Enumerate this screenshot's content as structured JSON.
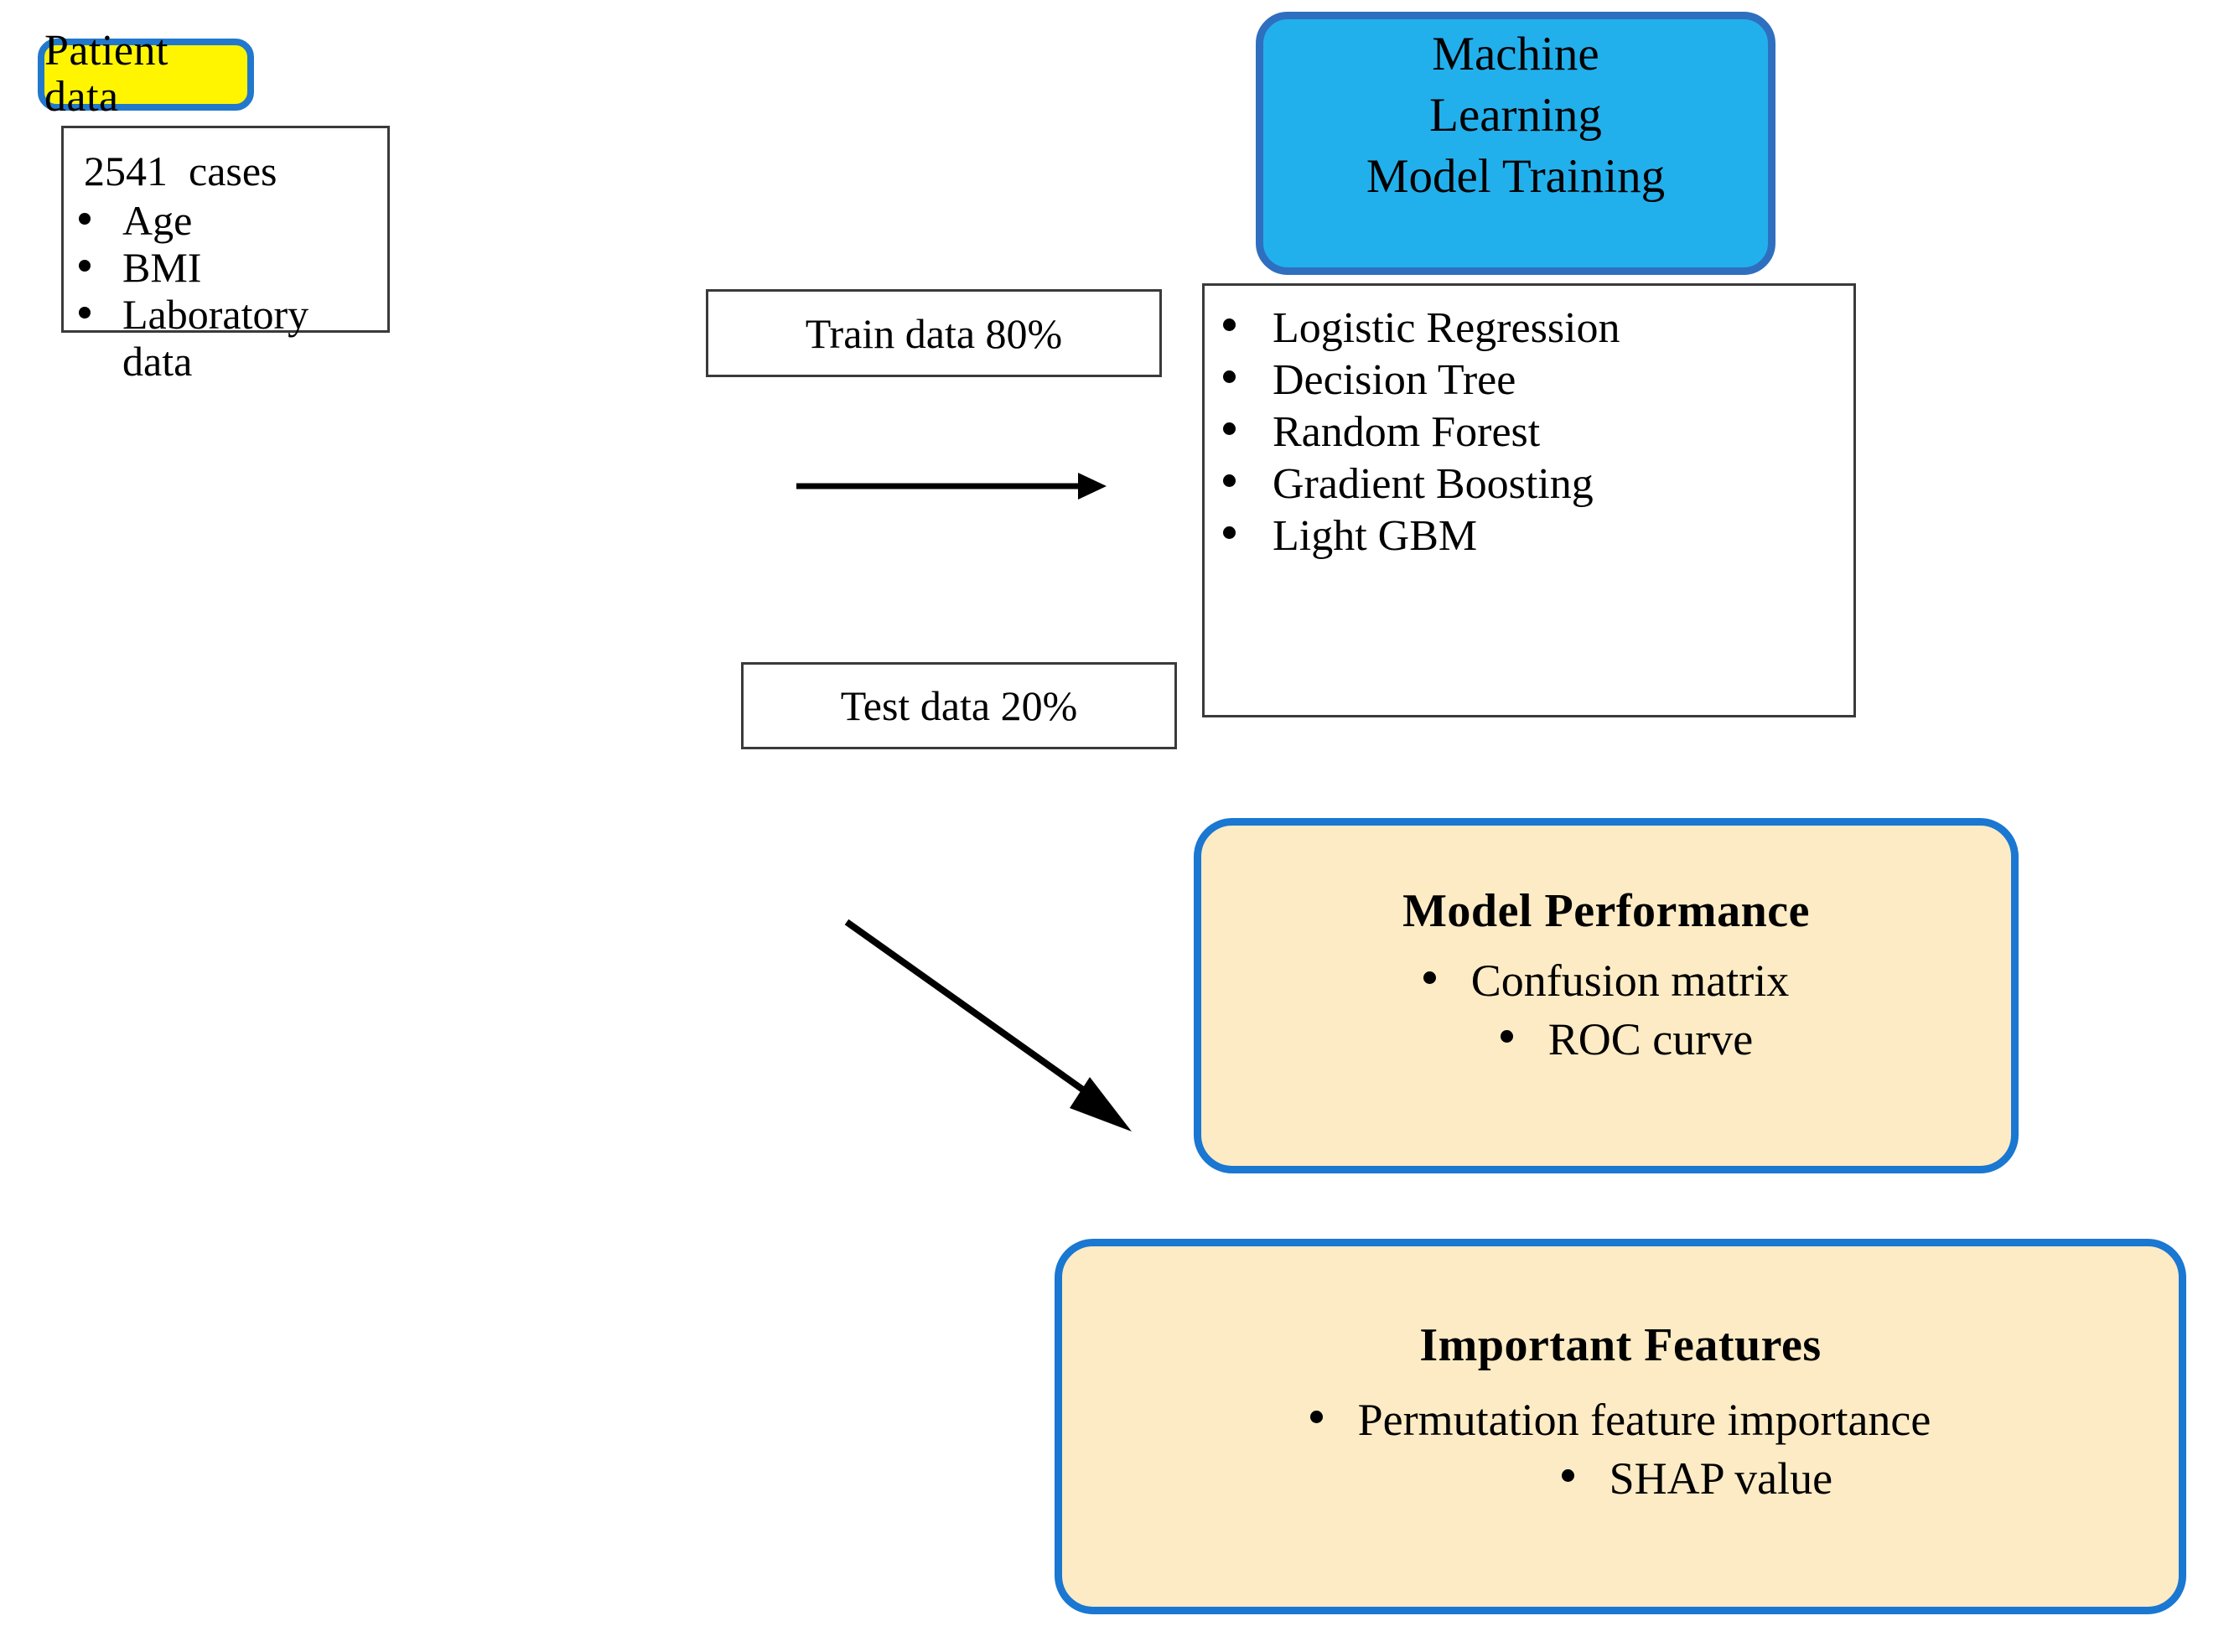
{
  "diagram": {
    "title": "Machine learning study workflow",
    "colors": {
      "patient_fill": "#FFF500",
      "patient_border": "#2278CC",
      "ml_fill": "#22B0EC",
      "ml_border": "#2F6FBF",
      "result_fill": "#FCEBC4",
      "result_border": "#1A77D2",
      "plain_border": "#3A3A3A",
      "arrow": "#000000"
    },
    "patient_data": {
      "title": "Patient data",
      "case_count": "2541  cases",
      "features": [
        "Age",
        "BMI",
        "Laboratory data"
      ]
    },
    "split": {
      "train_label": "Train data 80%",
      "test_label": "Test data 20%"
    },
    "machine_learning": {
      "title_lines": [
        "Machine",
        "Learning",
        "Model Training"
      ],
      "algorithms": [
        "Logistic Regression",
        "Decision Tree",
        "Random Forest",
        "Gradient Boosting",
        "Light GBM"
      ]
    },
    "model_performance": {
      "title": "Model Performance",
      "items": [
        "Confusion matrix",
        "ROC curve"
      ]
    },
    "important_features": {
      "title": "Important Features",
      "items": [
        "Permutation feature importance",
        "SHAP value"
      ]
    },
    "arrows": [
      {
        "name": "train-arrow",
        "direction": "right"
      },
      {
        "name": "test-arrow",
        "direction": "down-right"
      }
    ]
  }
}
